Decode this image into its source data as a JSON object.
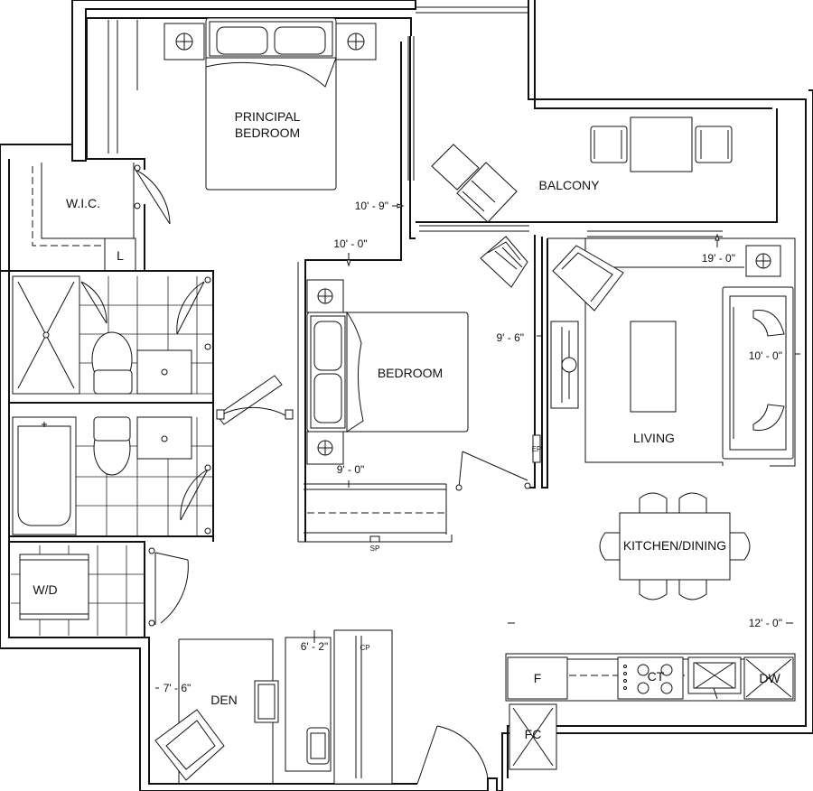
{
  "rooms": {
    "principal_bedroom_line1": "PRINCIPAL",
    "principal_bedroom_line2": "BEDROOM",
    "balcony": "BALCONY",
    "wic": "W.I.C.",
    "linen": "L",
    "bedroom": "BEDROOM",
    "living": "LIVING",
    "kitchen_dining": "KITCHEN/DINING",
    "wd": "W/D",
    "den": "DEN",
    "fridge": "F",
    "freezer_cabinet": "FC",
    "cooktop": "CT",
    "dishwasher": "DW",
    "ep": "EP",
    "sp": "SP",
    "cp": "CP"
  },
  "dimensions": {
    "principal_bedroom_width": "10' - 9\"",
    "principal_bedroom_depth": "10' - 0\"",
    "balcony_length": "19' - 0\"",
    "bedroom_depth": "9' - 6\"",
    "bedroom_width": "9' - 0\"",
    "living_width": "10' - 0\"",
    "kitchen_length": "12' - 0\"",
    "den_closet": "6' - 2\"",
    "den_depth": "7' - 6\""
  }
}
